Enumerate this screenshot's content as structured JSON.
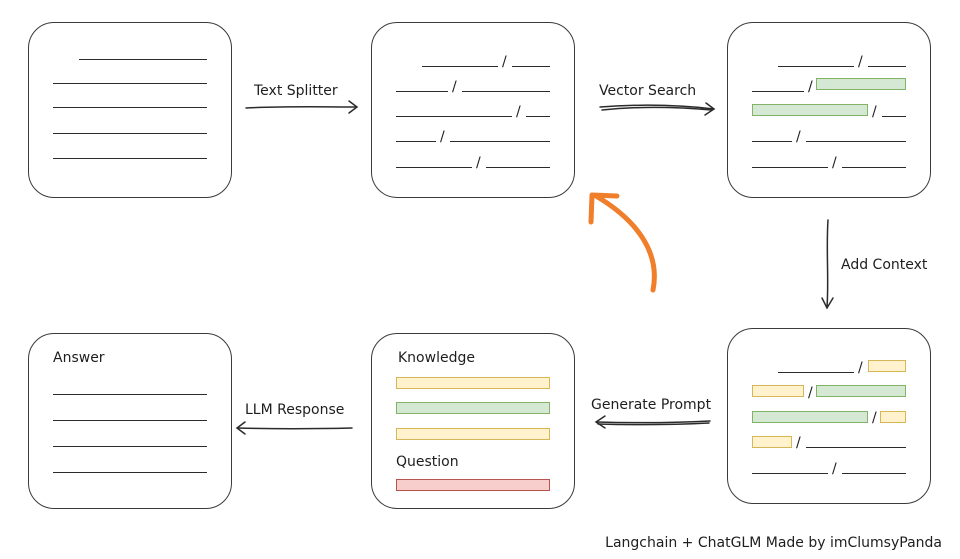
{
  "labels": {
    "text_splitter": "Text Splitter",
    "vector_search": "Vector Search",
    "add_context": "Add Context",
    "generate_prompt": "Generate Prompt",
    "llm_response": "LLM Response"
  },
  "cards": {
    "answer_title": "Answer",
    "knowledge_title": "Knowledge",
    "question_title": "Question"
  },
  "footer": "Langchain + ChatGLM Made by imClumsyPanda",
  "colors": {
    "green": "#d5e8d4",
    "yellow": "#fff2cc",
    "red": "#f8cecc",
    "accent_arrow": "#f07f2c"
  }
}
